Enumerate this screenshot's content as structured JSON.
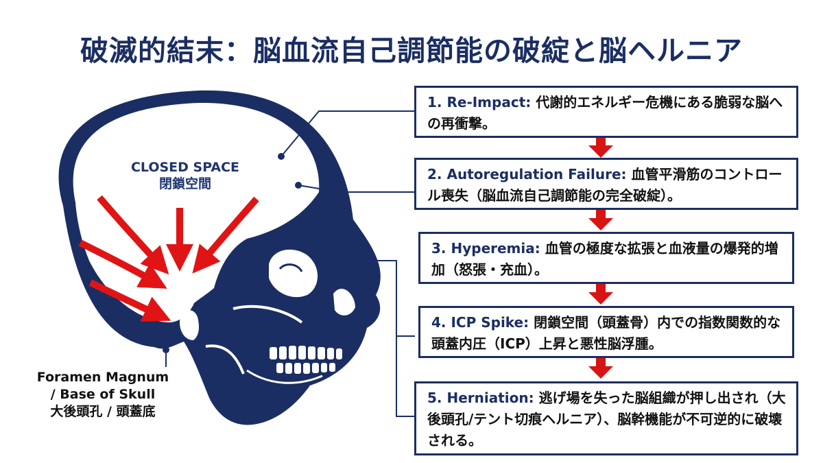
{
  "title": "破滅的結末：脳血流自己調節能の破綻と脳ヘルニア",
  "colors": {
    "navy": "#1b2e63",
    "arrow_red": "#e01414",
    "text": "#111111",
    "background": "#ffffff"
  },
  "skull": {
    "closed_space_en": "CLOSED SPACE",
    "closed_space_ja": "閉鎖空間",
    "foramen_en_1": "Foramen Magnum",
    "foramen_en_2": "/ Base of Skull",
    "foramen_ja": "大後頭孔 / 頭蓋底"
  },
  "steps": [
    {
      "label": "1. Re-Impact:",
      "text": "代謝的エネルギー危機にある脆弱な脳への再衝撃。"
    },
    {
      "label": "2. Autoregulation Failure:",
      "text": "血管平滑筋のコントロール喪失（脳血流自己調節能の完全破綻）。"
    },
    {
      "label": "3. Hyperemia:",
      "text": "血管の極度な拡張と血液量の爆発的増加（怒張・充血）。"
    },
    {
      "label": "4. ICP Spike:",
      "text": "閉鎖空間（頭蓋骨）内での指数関数的な頭蓋内圧（ICP）上昇と悪性脳浮腫。"
    },
    {
      "label": "5. Herniation:",
      "text": "逃げ場を失った脳組織が押し出され（大後頭孔/テント切痕ヘルニア）、脳幹機能が不可逆的に破壊される。"
    }
  ]
}
